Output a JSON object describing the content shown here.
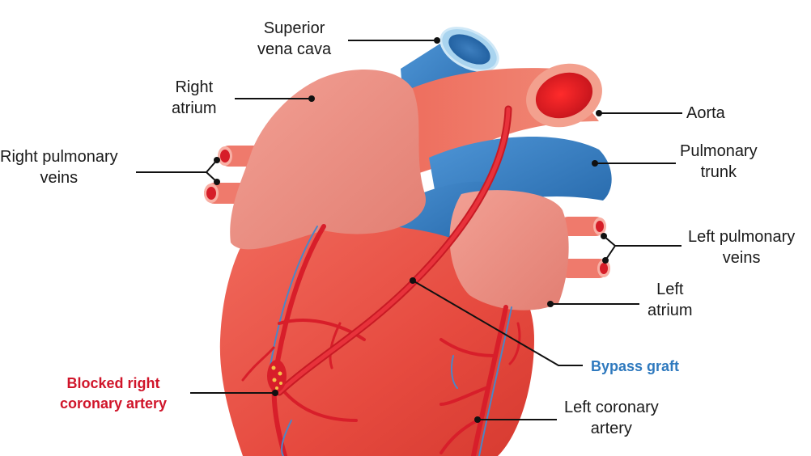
{
  "labels": {
    "superior_vena_cava": [
      "Superior",
      "vena cava"
    ],
    "right_atrium": [
      "Right",
      "atrium"
    ],
    "aorta": [
      "Aorta"
    ],
    "right_pulmonary_veins": [
      "Right pulmonary",
      "veins"
    ],
    "pulmonary_trunk": [
      "Pulmonary",
      "trunk"
    ],
    "left_pulmonary_veins": [
      "Left pulmonary",
      "veins"
    ],
    "left_atrium": [
      "Left",
      "atrium"
    ],
    "bypass_graft": [
      "Bypass graft"
    ],
    "blocked_right_coronary_artery": [
      "Blocked right",
      "coronary artery"
    ],
    "left_coronary_artery": [
      "Left coronary",
      "artery"
    ]
  },
  "colors": {
    "heart_red": "#e8473d",
    "atrium_pink": "#e98a7e",
    "vein_blue": "#2f74b7",
    "artery_red": "#d81e2a",
    "bypass_label": "#2e79be",
    "blocked_label": "#d0152a"
  }
}
